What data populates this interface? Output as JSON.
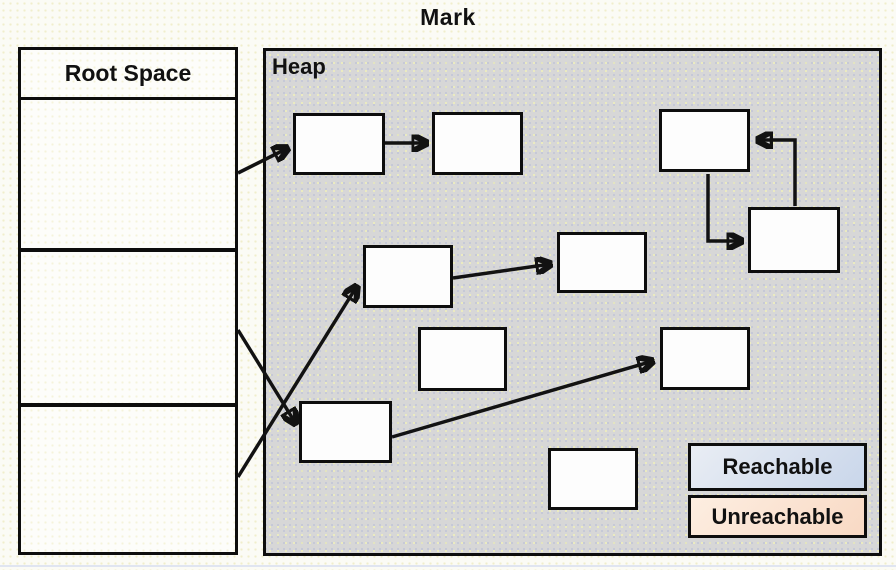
{
  "title": "Mark",
  "root_space": {
    "label": "Root Space",
    "cell_count": 3
  },
  "heap": {
    "label": "Heap"
  },
  "legend": {
    "reachable": {
      "label": "Reachable",
      "color": "#cfdbec"
    },
    "unreachable": {
      "label": "Unreachable",
      "color": "#f8ddc9"
    }
  },
  "colors": {
    "page_background": "#fbfbf5",
    "heap_background": "#d7d7d7",
    "object_fill": "#fdfdfd",
    "outline": "#0d0d0d"
  },
  "diagram": {
    "type": "graph",
    "heap_objects": [
      "obj-a",
      "obj-b",
      "obj-c",
      "obj-d",
      "obj-e",
      "obj-f",
      "obj-g",
      "obj-h",
      "obj-i",
      "obj-j"
    ],
    "edges": [
      {
        "from": "root-cell-1",
        "to": "obj-a"
      },
      {
        "from": "obj-a",
        "to": "obj-b"
      },
      {
        "from": "root-cell-2",
        "to": "obj-i"
      },
      {
        "from": "root-cell-3",
        "to": "obj-e"
      },
      {
        "from": "obj-e",
        "to": "obj-f"
      },
      {
        "from": "obj-i",
        "to": "obj-h"
      },
      {
        "from": "obj-c",
        "to": "obj-d"
      },
      {
        "from": "obj-d",
        "to": "obj-c"
      }
    ],
    "isolated_objects": [
      "obj-g",
      "obj-j"
    ]
  }
}
